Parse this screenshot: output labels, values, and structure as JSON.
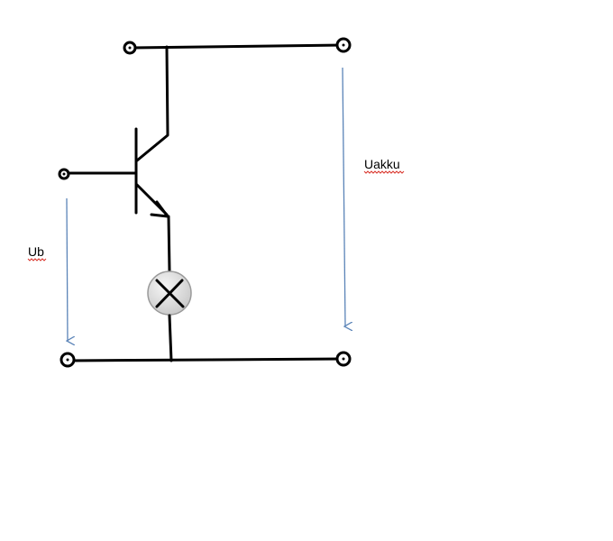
{
  "labels": {
    "ub": "Ub",
    "uakku": "Uakku"
  },
  "colors": {
    "wire": "#000000",
    "arrow": "#5b84b8",
    "spellcheck_underline": "#d9342b",
    "lamp_fill": "#e0e0e0"
  },
  "components": [
    "npn-transistor",
    "lamp",
    "terminals"
  ]
}
